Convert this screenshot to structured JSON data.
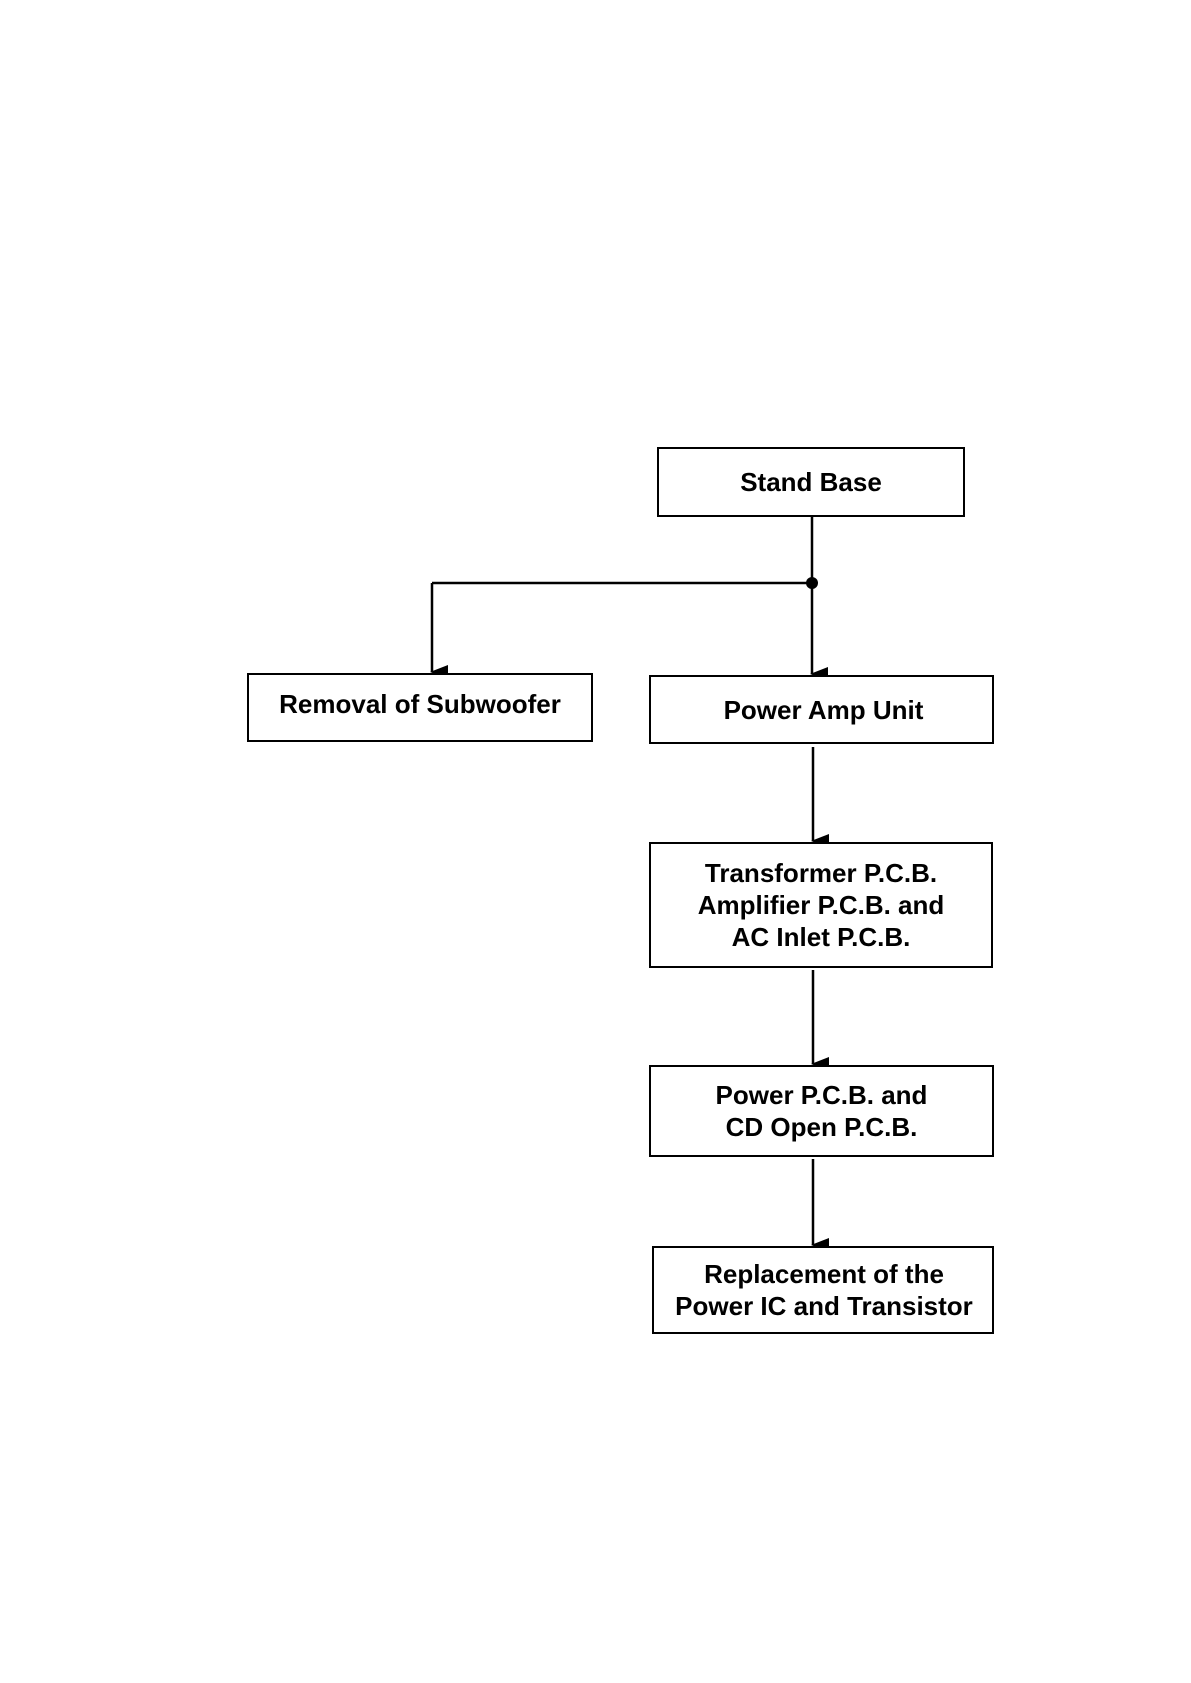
{
  "diagram": {
    "nodes": [
      {
        "id": "stand-base",
        "lines": [
          "Stand Base"
        ]
      },
      {
        "id": "removal-subwoofer",
        "lines": [
          "Removal of Subwoofer"
        ]
      },
      {
        "id": "power-amp-unit",
        "lines": [
          "Power Amp Unit"
        ]
      },
      {
        "id": "transformer-pcb",
        "lines": [
          "Transformer P.C.B.",
          "Amplifier P.C.B. and",
          "AC Inlet P.C.B."
        ]
      },
      {
        "id": "power-pcb",
        "lines": [
          "Power P.C.B. and",
          "CD Open P.C.B."
        ]
      },
      {
        "id": "replacement",
        "lines": [
          "Replacement of the",
          "Power IC and Transistor"
        ]
      }
    ],
    "edges": [
      {
        "from": "stand-base",
        "to": "removal-subwoofer"
      },
      {
        "from": "stand-base",
        "to": "power-amp-unit"
      },
      {
        "from": "power-amp-unit",
        "to": "transformer-pcb"
      },
      {
        "from": "transformer-pcb",
        "to": "power-pcb"
      },
      {
        "from": "power-pcb",
        "to": "replacement"
      }
    ],
    "colors": {
      "stroke": "#000000",
      "fill": "#ffffff",
      "text": "#000000"
    }
  }
}
